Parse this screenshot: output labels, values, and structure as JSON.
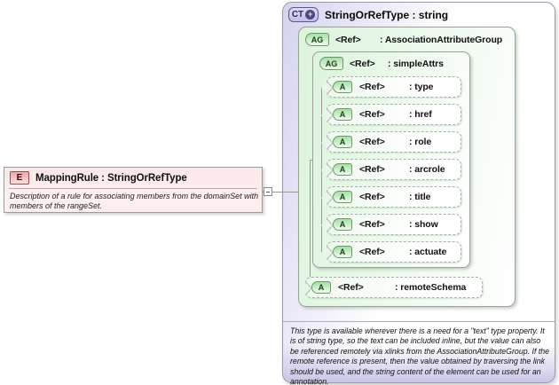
{
  "element_node": {
    "badge": "E",
    "title": "MappingRule : StringOrRefType",
    "description": "Description of a rule for associating members from the domainSet with members of the rangeSet."
  },
  "type_panel": {
    "badge": "CT",
    "plus": "+",
    "title": "StringOrRefType : string",
    "footer_note": "This type is available wherever there is a need for a \"text\" type property. It is of string type, so the text can be included inline, but the value can also be referenced remotely via xlinks from the AssociationAttributeGroup. If the remote reference is present, then the value obtained by traversing the link should be used, and the string content of the element can be used for an annotation."
  },
  "diagram": {
    "outer_group": {
      "badge": "AG",
      "ref": "<Ref>",
      "name": ": AssociationAttributeGroup"
    },
    "inner_group": {
      "badge": "AG",
      "ref": "<Ref>",
      "name": ": simpleAttrs"
    },
    "attributes": [
      {
        "badge": "A",
        "ref": "<Ref>",
        "name": ": type"
      },
      {
        "badge": "A",
        "ref": "<Ref>",
        "name": ": href"
      },
      {
        "badge": "A",
        "ref": "<Ref>",
        "name": ": role"
      },
      {
        "badge": "A",
        "ref": "<Ref>",
        "name": ": arcrole"
      },
      {
        "badge": "A",
        "ref": "<Ref>",
        "name": ": title"
      },
      {
        "badge": "A",
        "ref": "<Ref>",
        "name": ": show"
      },
      {
        "badge": "A",
        "ref": "<Ref>",
        "name": ": actuate"
      }
    ],
    "remote_attribute": {
      "badge": "A",
      "ref": "<Ref>",
      "name": ": remoteSchema"
    }
  },
  "colors": {
    "panel_lavender": "#d6d3f0",
    "group_green": "#dcf4dc",
    "badge_green": "#a3e1a3",
    "element_pink": "#fbe7e9",
    "badge_pink": "#f0a6ab",
    "line_gray": "#9a9a9a"
  }
}
